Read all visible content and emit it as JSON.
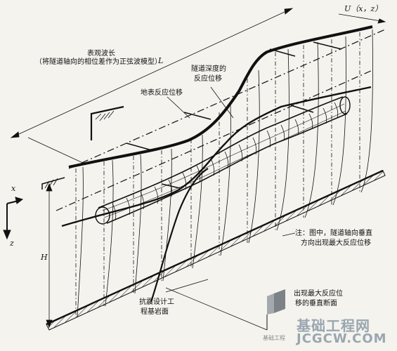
{
  "labels": {
    "surface_wavelength_line1": "表观波长",
    "surface_wavelength_line2": "（将隧道轴向的相位差作为正弦波模型）",
    "L": "L",
    "U": "U（x，z）",
    "tunnel_depth_line1": "隧道深度的",
    "tunnel_depth_line2": "反应位移",
    "ground_surface_response": "地表反应位移",
    "note_line1": "注：图中，隧道轴向垂直",
    "note_line2": "方向出现最大反应位移",
    "max_section_line1": "出现最大反应位",
    "max_section_line2": "移的垂直断面",
    "bedrock_line1": "抗震设计工",
    "bedrock_line2": "程基岩面",
    "H": "H",
    "x_axis": "x",
    "z_axis": "z"
  },
  "watermark": {
    "cn": "基础工程网",
    "en": "JCGCW.COM",
    "small": "基础工程"
  },
  "colors": {
    "background": "#f4f3ee",
    "ink": "#111111",
    "watermark": "#9aa6b0"
  }
}
